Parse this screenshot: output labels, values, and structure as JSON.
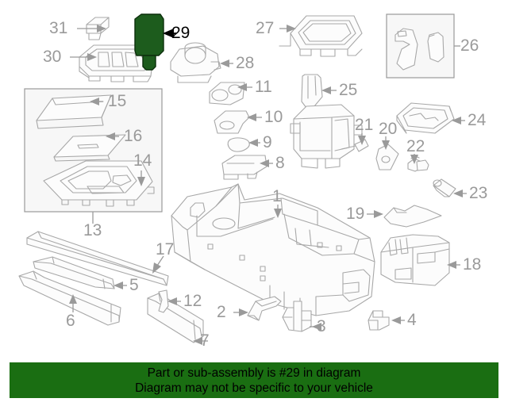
{
  "diagram": {
    "title": "Automotive center console parts diagram",
    "highlighted_part_number": "29",
    "background_color": "#ffffff",
    "line_color": "#a8a8a8",
    "label_color": "#9a9a9a",
    "highlight_color": "#1d5c1d",
    "callouts": [
      {
        "id": "1",
        "label": "1",
        "name": "center-console-body",
        "highlighted": false
      },
      {
        "id": "2",
        "label": "2",
        "name": "console-bracket-lower",
        "highlighted": false
      },
      {
        "id": "3",
        "label": "3",
        "name": "console-mounting-bracket",
        "highlighted": false
      },
      {
        "id": "4",
        "label": "4",
        "name": "console-rear-bracket",
        "highlighted": false
      },
      {
        "id": "5",
        "label": "5",
        "name": "console-side-trim-left",
        "highlighted": false
      },
      {
        "id": "6",
        "label": "6",
        "name": "console-side-molding",
        "highlighted": false
      },
      {
        "id": "7",
        "label": "7",
        "name": "console-side-panel",
        "highlighted": false
      },
      {
        "id": "8",
        "label": "8",
        "name": "console-storage-lid",
        "highlighted": false
      },
      {
        "id": "9",
        "label": "9",
        "name": "console-seal-grommet",
        "highlighted": false
      },
      {
        "id": "10",
        "label": "10",
        "name": "console-trim-plate",
        "highlighted": false
      },
      {
        "id": "11",
        "label": "11",
        "name": "cup-holder-insert",
        "highlighted": false
      },
      {
        "id": "12",
        "label": "12",
        "name": "console-clip",
        "highlighted": false
      },
      {
        "id": "13",
        "label": "13",
        "name": "console-trim-panel-assembly",
        "highlighted": false
      },
      {
        "id": "14",
        "label": "14",
        "name": "console-upper-trim-frame",
        "highlighted": false
      },
      {
        "id": "15",
        "label": "15",
        "name": "console-trim-strip",
        "highlighted": false
      },
      {
        "id": "16",
        "label": "16",
        "name": "console-sliding-cover",
        "highlighted": false
      },
      {
        "id": "17",
        "label": "17",
        "name": "console-trim-rail",
        "highlighted": false
      },
      {
        "id": "18",
        "label": "18",
        "name": "console-storage-bin",
        "highlighted": false
      },
      {
        "id": "19",
        "label": "19",
        "name": "console-insulation-mat",
        "highlighted": false
      },
      {
        "id": "20",
        "label": "20",
        "name": "console-support-bracket",
        "highlighted": false
      },
      {
        "id": "21",
        "label": "21",
        "name": "console-tab-clip",
        "highlighted": false
      },
      {
        "id": "22",
        "label": "22",
        "name": "console-stud-fastener",
        "highlighted": false
      },
      {
        "id": "23",
        "label": "23",
        "name": "console-sleeve-bushing",
        "highlighted": false
      },
      {
        "id": "24",
        "label": "24",
        "name": "console-rear-tray",
        "highlighted": false
      },
      {
        "id": "25",
        "label": "25",
        "name": "gear-shift-lever-knob",
        "highlighted": false
      },
      {
        "id": "26",
        "label": "26",
        "name": "console-side-cover-set",
        "highlighted": false
      },
      {
        "id": "27",
        "label": "27",
        "name": "console-armrest-tray",
        "highlighted": false
      },
      {
        "id": "28",
        "label": "28",
        "name": "idrive-controller-knob",
        "highlighted": false
      },
      {
        "id": "29",
        "label": "29",
        "name": "control-module-unit",
        "highlighted": true
      },
      {
        "id": "30",
        "label": "30",
        "name": "console-switch-panel",
        "highlighted": false
      },
      {
        "id": "31",
        "label": "31",
        "name": "switch-button-cap",
        "highlighted": false
      }
    ]
  },
  "notice": {
    "line1": "Part or sub-assembly is #29 in diagram",
    "line2": "Diagram may not be specific to your vehicle",
    "background_color": "#1a6e12",
    "text_color": "#000000"
  }
}
